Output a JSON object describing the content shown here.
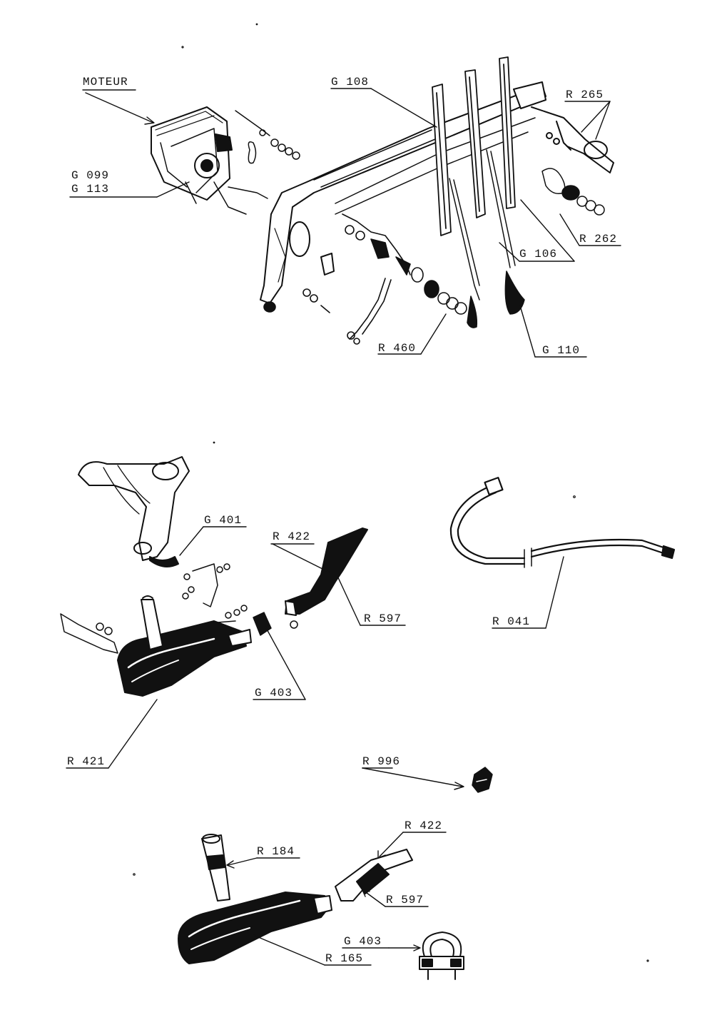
{
  "labels": {
    "moteur": "MOTEUR",
    "g108": "G 108",
    "r265": "R 265",
    "g099": "G 099",
    "g113": "G 113",
    "r262": "R 262",
    "g106": "G 106",
    "r460": "R 460",
    "g110": "G 110",
    "g401": "G 401",
    "r422_top": "R 422",
    "r597_top": "R 597",
    "r041": "R 041",
    "g403_top": "G 403",
    "r421": "R 421",
    "r996": "R 996",
    "r422_bottom": "R 422",
    "r184": "R 184",
    "r597_bottom": "R 597",
    "g403_bottom": "G 403",
    "r165": "R 165"
  },
  "colors": {
    "ink": "#111111",
    "paper": "#ffffff"
  }
}
